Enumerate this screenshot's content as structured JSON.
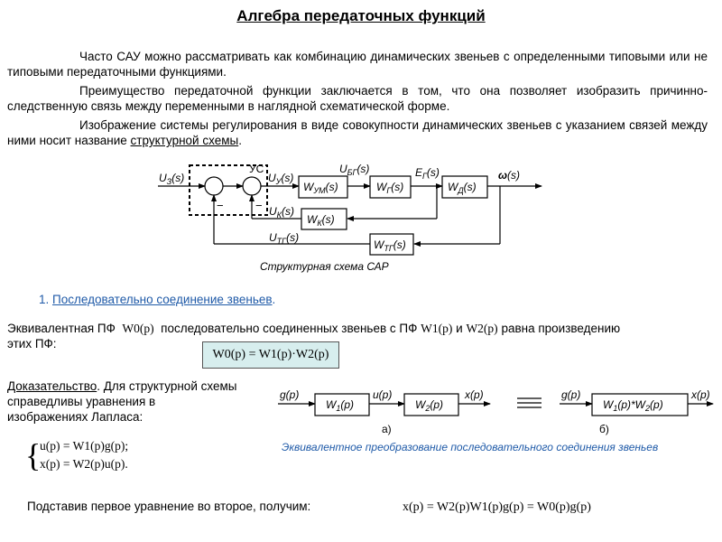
{
  "title": "Алгебра передаточных функций",
  "paragraphs": [
    "Часто САУ можно рассматривать как комбинацию динамических звеньев с определенными типовыми или не типовыми передаточными функциями.",
    "Преимущество передаточной функции заключается в том, что она позволяет изобразить причинно-следственную связь между переменными в наглядной схематической форме.",
    "Изображение системы регулирования в виде совокупности динамических звеньев с указанием связей между ними носит название "
  ],
  "paragraph3_link": "структурной схемы",
  "paragraph3_end": ".",
  "diagram1": {
    "caption": "Структурная схема САР",
    "uz": "U",
    "uz_sub": "З",
    "us": "УС",
    "uy": "U",
    "uy_sub": "У",
    "ubg": "U",
    "ubg_sub": "БГ",
    "eg": "E",
    "eg_sub": "Г",
    "omega": "ω",
    "uk": "U",
    "uk_sub": "К",
    "utg": "U",
    "utg_sub": "ТГ",
    "ps": "(s)",
    "w_um": "W",
    "w_um_sub": "УМ",
    "w_g": "W",
    "w_g_sub": "Г",
    "w_d": "W",
    "w_d_sub": "Д",
    "w_k": "W",
    "w_k_sub": "К",
    "w_tg": "W",
    "w_tg_sub": "ТГ",
    "minus": "−"
  },
  "section_heading": "1. ",
  "section_link": "Последовательно соединение звеньев",
  "section_dot": ".",
  "equiv_text_1": "Эквивалентная ПФ",
  "equiv_text_2": "последовательно соединенных звеньев с ПФ",
  "equiv_text_3": "и",
  "equiv_text_4": "равна произведению",
  "equiv_text_5": "этих ПФ:",
  "w0p": "W0(p)",
  "w1p": "W1(p)",
  "w2p": "W2(p)",
  "boxed_formula": "W0(p) = W1(p)·W2(p)",
  "proof_link": "Доказательство",
  "proof_text": ". Для структурной схемы справедливы уравнения в изображениях Лапласа:",
  "eq1": "u(p) = W1(p)g(p);",
  "eq2": "x(p) = W2(p)u(p).",
  "diagram2": {
    "g": "g(p)",
    "u": "u(p)",
    "x": "x(p)",
    "w1": "W",
    "w1_sub": "1",
    "w2": "W",
    "w2_sub": "2",
    "p": "(p)",
    "w12": "(p)*W",
    "label_a": "а)",
    "label_b": "б)"
  },
  "equiv_caption": "Эквивалентное преобразование последовательного соединения звеньев",
  "substitute_text": "Подставив первое уравнение во второе, получим:",
  "final_formula": "x(p) = W2(p)W1(p)g(p) = W0(p)g(p)"
}
